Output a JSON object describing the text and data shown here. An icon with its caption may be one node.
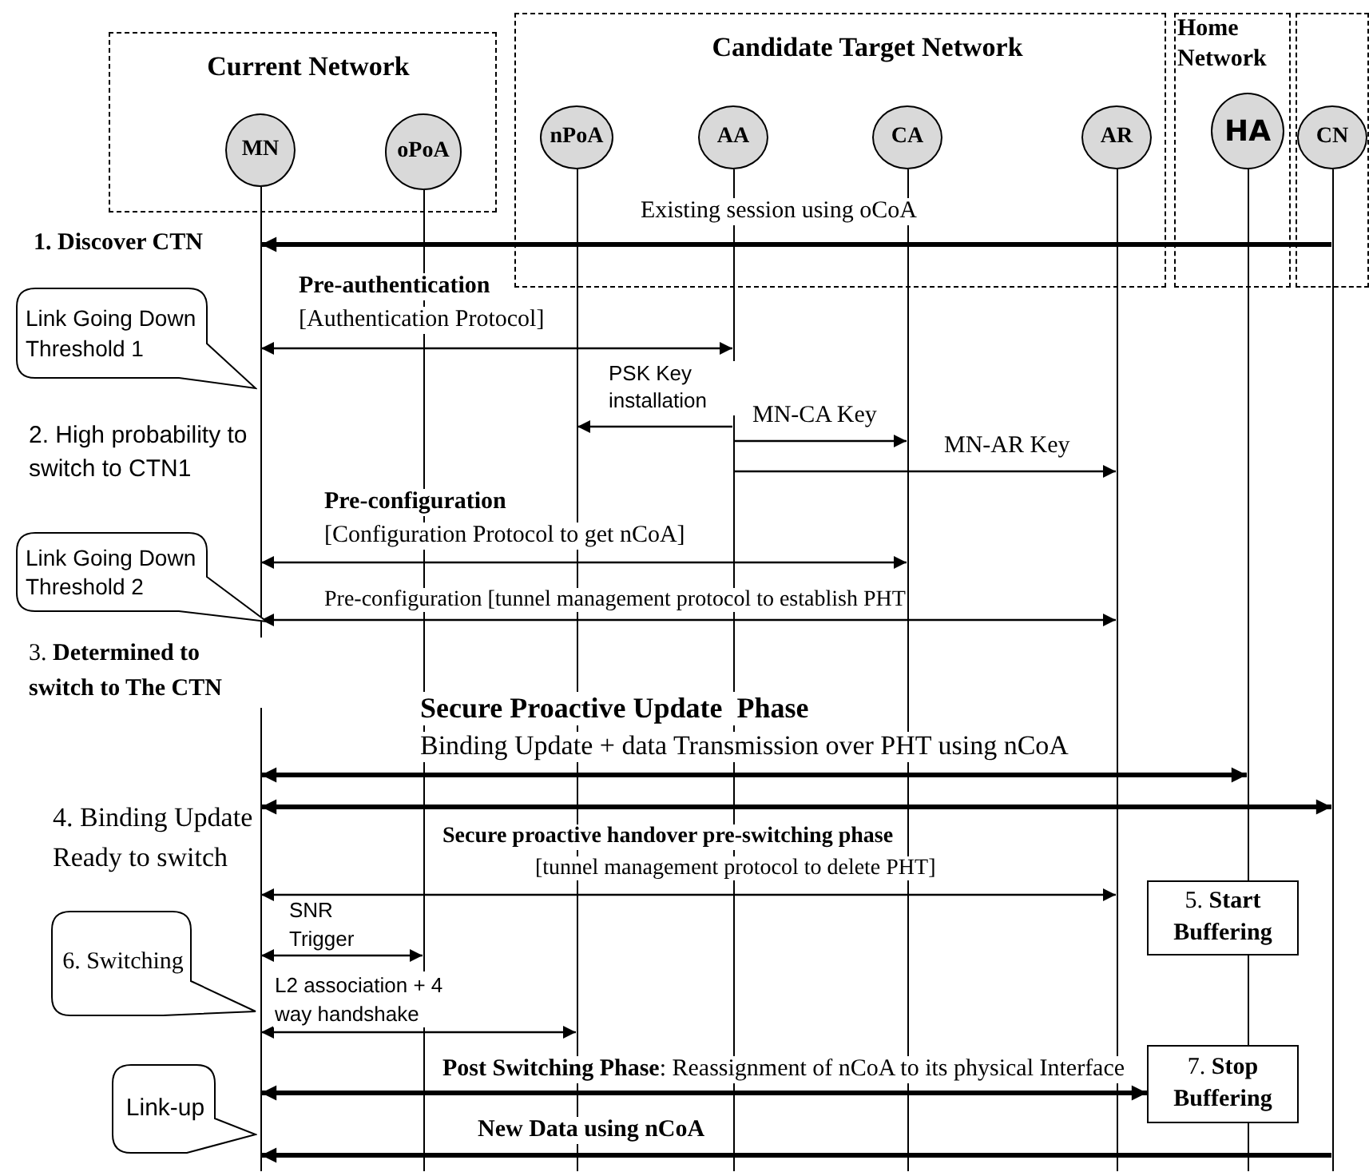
{
  "diagram": {
    "nodes": [
      {
        "text": [
          "Current Network"
        ]
      },
      {
        "text": [
          "MN"
        ],
        "in": 0
      },
      {
        "text": [
          "oPoA"
        ],
        "in": 0
      },
      {
        "text": [
          "Candidate Target Network"
        ]
      },
      {
        "text": [
          "nPoA"
        ],
        "in": 3
      },
      {
        "text": [
          "AA"
        ],
        "in": 3
      },
      {
        "text": [
          "CA"
        ],
        "in": 3
      },
      {
        "text": [
          "AR"
        ],
        "in": 3
      },
      {
        "text": [
          "Home Network"
        ]
      },
      {
        "text": [
          "HA"
        ],
        "in": 8
      },
      {
        "text": [],
        "shape": "box"
      },
      {
        "text": [
          "CN"
        ],
        "in": 10
      },
      {
        "text": [
          "Link Going Down Threshold 1"
        ]
      },
      {
        "text": [
          "Link Going Down Threshold 2"
        ]
      },
      {
        "text": [
          "5. **Start Buffering**"
        ]
      },
      {
        "text": [
          "6. Switching"
        ]
      },
      {
        "text": [
          "7. **Stop Buffering**"
        ]
      },
      {
        "text": [
          "Link-up"
        ]
      },
      {
        "text": [],
        "shape": "line"
      },
      {
        "text": [],
        "shape": "line"
      },
      {
        "text": [],
        "shape": "line"
      },
      {
        "text": [],
        "shape": "line"
      },
      {
        "text": [],
        "shape": "line"
      },
      {
        "text": [],
        "shape": "line"
      },
      {
        "text": [],
        "shape": "line"
      },
      {
        "text": [],
        "shape": "line"
      }
    ],
    "edges": [
      {
        "from": 25,
        "to": 18,
        "arrow": "to",
        "label": "Existing session using oCoA",
        "style": "thick"
      },
      {
        "from": 18,
        "to": 21,
        "arrow": "both",
        "label": "[Authentication Protocol]"
      },
      {
        "from": 21,
        "to": 20,
        "arrow": "to",
        "label": "PSK Key installation"
      },
      {
        "from": 21,
        "to": 22,
        "arrow": "to",
        "label": "MN-CA Key"
      },
      {
        "from": 21,
        "to": 23,
        "arrow": "to",
        "label": "MN-AR Key"
      },
      {
        "from": 18,
        "to": 22,
        "arrow": "both",
        "label": "[Configuration Protocol to get nCoA]"
      },
      {
        "from": 18,
        "to": 23,
        "arrow": "both",
        "label": "Pre-configuration [tunnel management protocol to establish PHT"
      },
      {
        "from": 18,
        "to": 24,
        "arrow": "both",
        "label": "Binding Update + data Transmission over PHT using nCoA",
        "style": "thick"
      },
      {
        "from": 18,
        "to": 25,
        "arrow": "both",
        "style": "thick"
      },
      {
        "from": 18,
        "to": 23,
        "arrow": "both",
        "label": "[tunnel management protocol to delete PHT]"
      },
      {
        "from": 18,
        "to": 19,
        "arrow": "both",
        "label": "SNR Trigger"
      },
      {
        "from": 18,
        "to": 20,
        "arrow": "both",
        "label": "L2 association + 4 way handshake"
      },
      {
        "from": 18,
        "to": 16,
        "arrow": "both",
        "label": "**Post Switching Phase**: Reassignment of nCoA to its physical Interface",
        "style": "thick"
      },
      {
        "from": 25,
        "to": 18,
        "arrow": "to",
        "label": "New Data using nCoA",
        "style": "thick"
      }
    ],
    "labels": [
      "1. Discover CTN",
      "Pre-authentication",
      "2. High probability to switch to CTN1",
      "Pre-configuration",
      "3. **Determined to switch to The CTN**",
      "Secure Proactive Update  Phase",
      "4. Binding Update Ready to switch",
      "Secure proactive handover pre-switching phase"
    ]
  }
}
